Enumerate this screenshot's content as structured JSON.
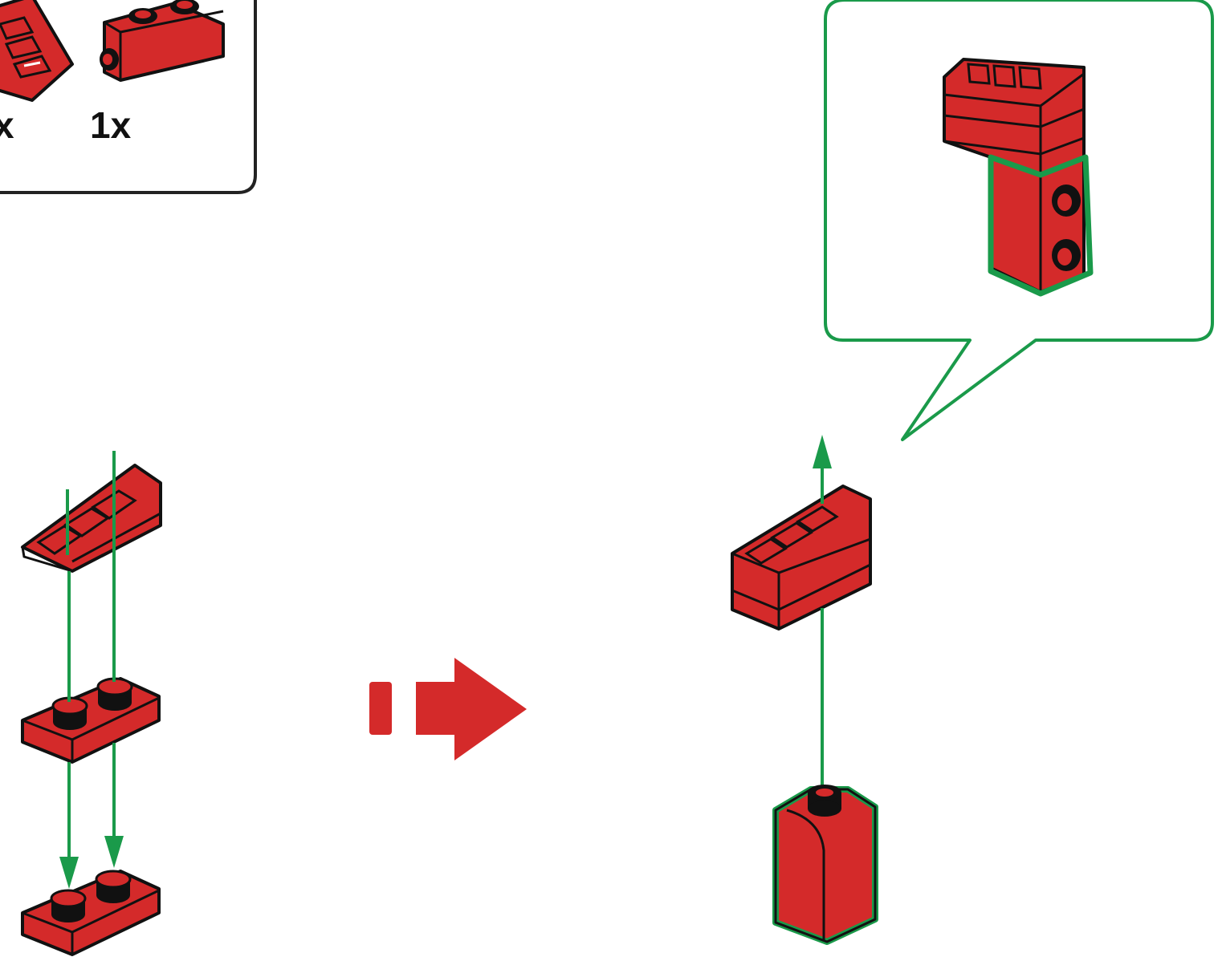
{
  "parts_list": {
    "items": [
      {
        "part": "red-slope-brick",
        "quantity_label": "x"
      },
      {
        "part": "red-1x2-brick-with-side-studs",
        "quantity_label": "1x"
      }
    ]
  },
  "colors": {
    "brick_red": "#d42a2a",
    "brick_outline": "#111111",
    "guide_green": "#1a9a4a",
    "step_arrow_red": "#d42a2a"
  }
}
